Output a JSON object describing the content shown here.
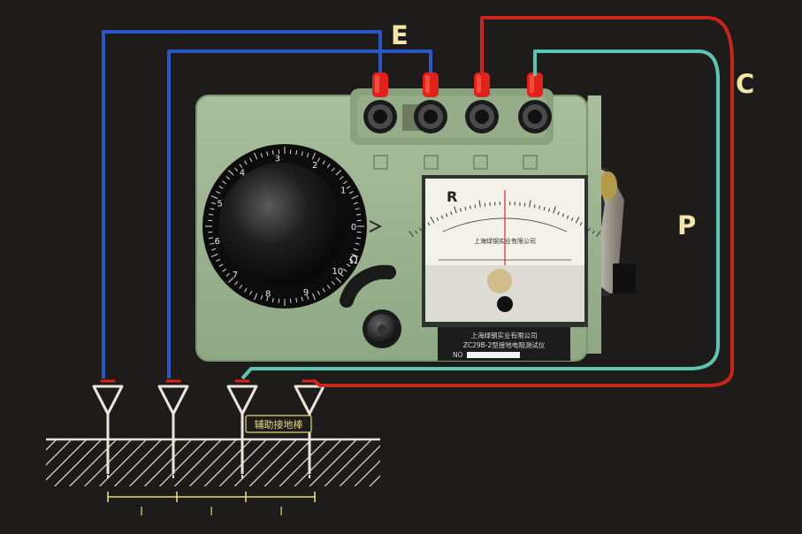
{
  "labels": {
    "e": "E",
    "p": "P",
    "c": "C",
    "rod": "辅助接地棒",
    "spacing": [
      "l",
      "l",
      "l"
    ]
  },
  "meter": {
    "brand": "R",
    "scale_text": "上海绿钢实业有限公司",
    "omega": "Ω",
    "manufacturer": "上海绿钢实业有限公司",
    "model": "ZC29B-2型接地电阻测试仪",
    "serial_prefix": "NO"
  },
  "dial": {
    "numbers": [
      "0",
      "1",
      "2",
      "3",
      "4",
      "5",
      "6",
      "7",
      "8",
      "9",
      "10"
    ]
  },
  "colors": {
    "background": "#1e1b1b",
    "case": "#9bb390",
    "wire_blue": "#2a56c8",
    "wire_red": "#c8261c",
    "wire_teal": "#5cc4b3",
    "label": "#f4e6a6",
    "ground_hatch": "#e9e5da",
    "cap_red": "#e02218"
  }
}
